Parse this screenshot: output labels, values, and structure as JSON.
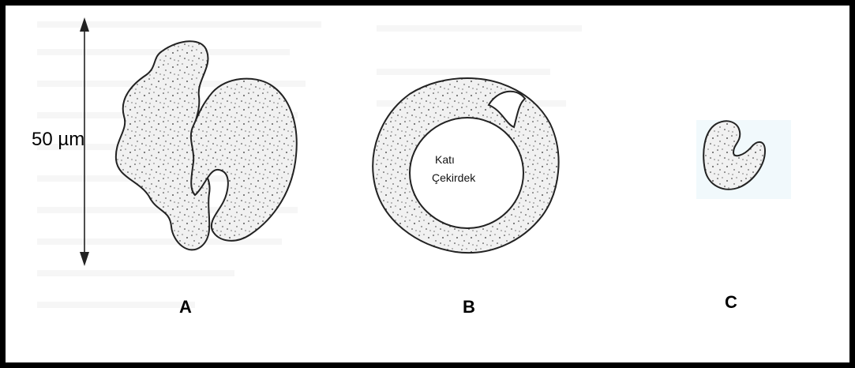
{
  "scale": {
    "label": "50 µm"
  },
  "panels": {
    "a": {
      "label": "A"
    },
    "b": {
      "label": "B",
      "core_label_line1": "Katı",
      "core_label_line2": "Çekirdek"
    },
    "c": {
      "label": "C"
    }
  },
  "colors": {
    "frame": "#000000",
    "outline": "#222222",
    "fill": "#f1f1f1",
    "speckle": "#2b2b2b",
    "background_text_ghost": "#e6e6e6",
    "panel_c_tint": "#eef7fb"
  }
}
